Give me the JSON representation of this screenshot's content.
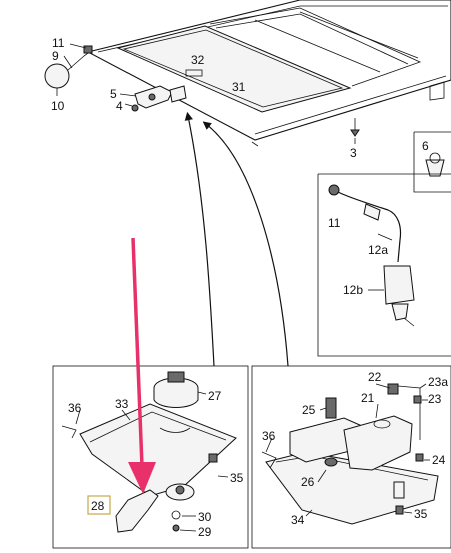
{
  "callouts": {
    "c11_top": "11",
    "c9": "9",
    "c10": "10",
    "c32": "32",
    "c31": "31",
    "c5": "5",
    "c4": "4",
    "c3": "3",
    "c6": "6",
    "c11_inset": "11",
    "c12a": "12a",
    "c12b": "12b",
    "c27": "27",
    "c36_left": "36",
    "c33": "33",
    "c35_left": "35",
    "c28": "28",
    "c30": "30",
    "c29": "29",
    "c22": "22",
    "c23a": "23a",
    "c23": "23",
    "c21": "21",
    "c25": "25",
    "c36_right": "36",
    "c24": "24",
    "c26": "26",
    "c34": "34",
    "c35_right": "35"
  },
  "colors": {
    "highlight_arrow": "#e8306a",
    "callout_box": "#c9a84a",
    "line": "#111111"
  }
}
